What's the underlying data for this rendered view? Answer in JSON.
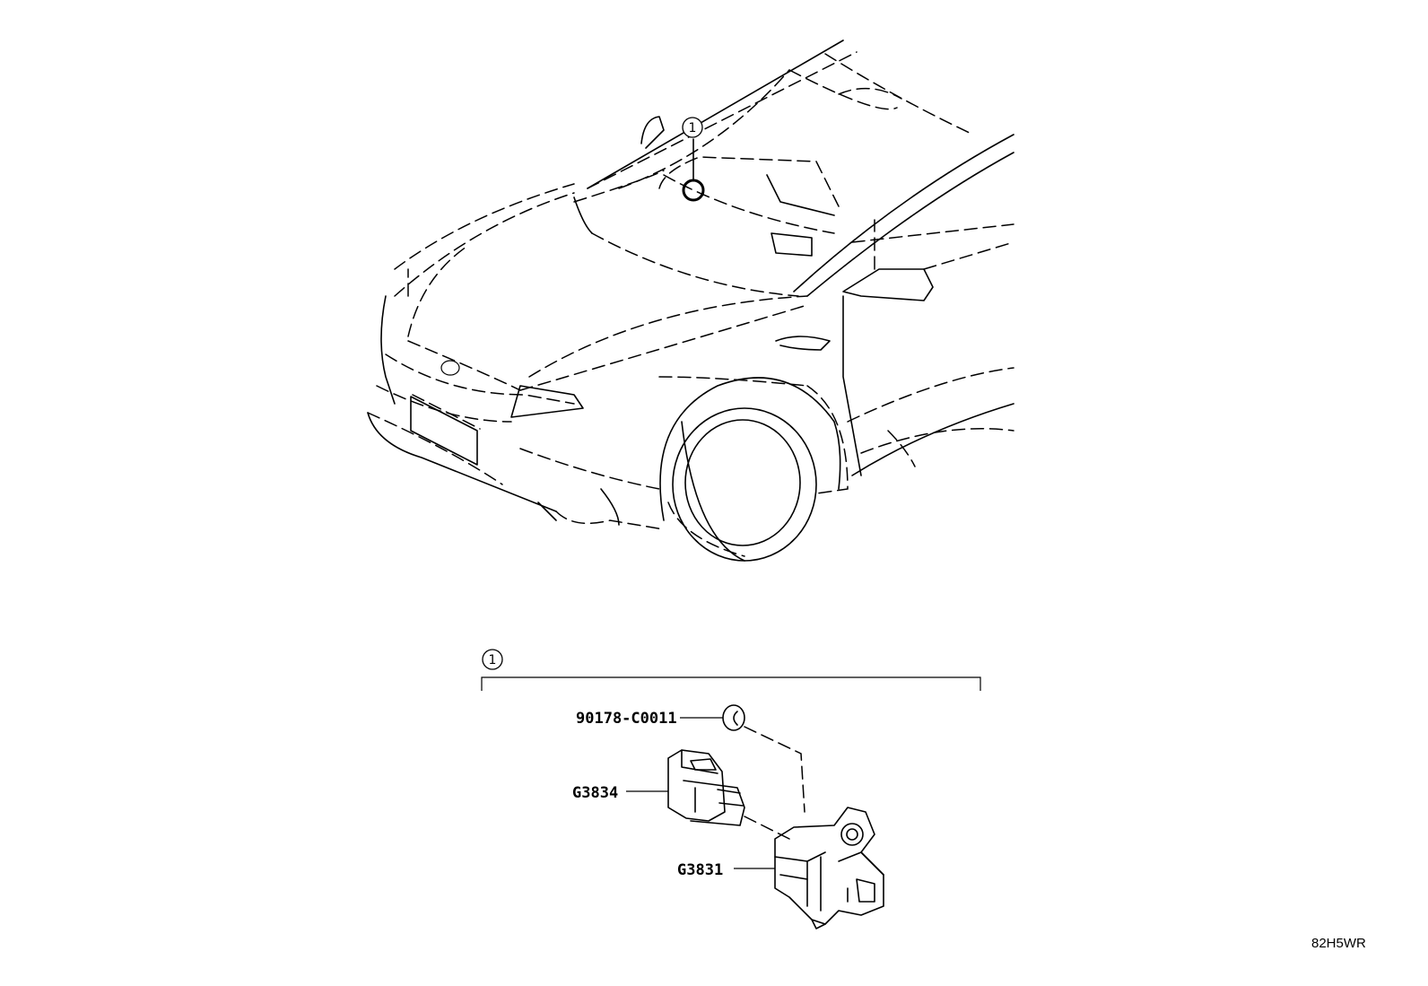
{
  "callouts": {
    "car_ref": "1",
    "group_ref": "1"
  },
  "parts": [
    {
      "part_number": "90178-C0011"
    },
    {
      "part_number": "G3834"
    },
    {
      "part_number": "G3831"
    }
  ],
  "diagram_code": "82H5WR"
}
